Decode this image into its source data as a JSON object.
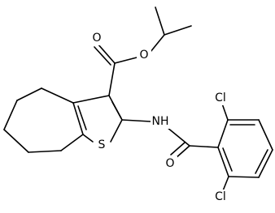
{
  "molecule": {
    "atoms": {
      "ester_carbonyl_O": "O",
      "ester_O": "O",
      "amide_N": "NH",
      "thiophene_S": "S",
      "amide_O": "O",
      "Cl_top": "Cl",
      "Cl_bottom": "Cl"
    }
  },
  "colors": {
    "bond": "#000000",
    "background": "#ffffff"
  }
}
